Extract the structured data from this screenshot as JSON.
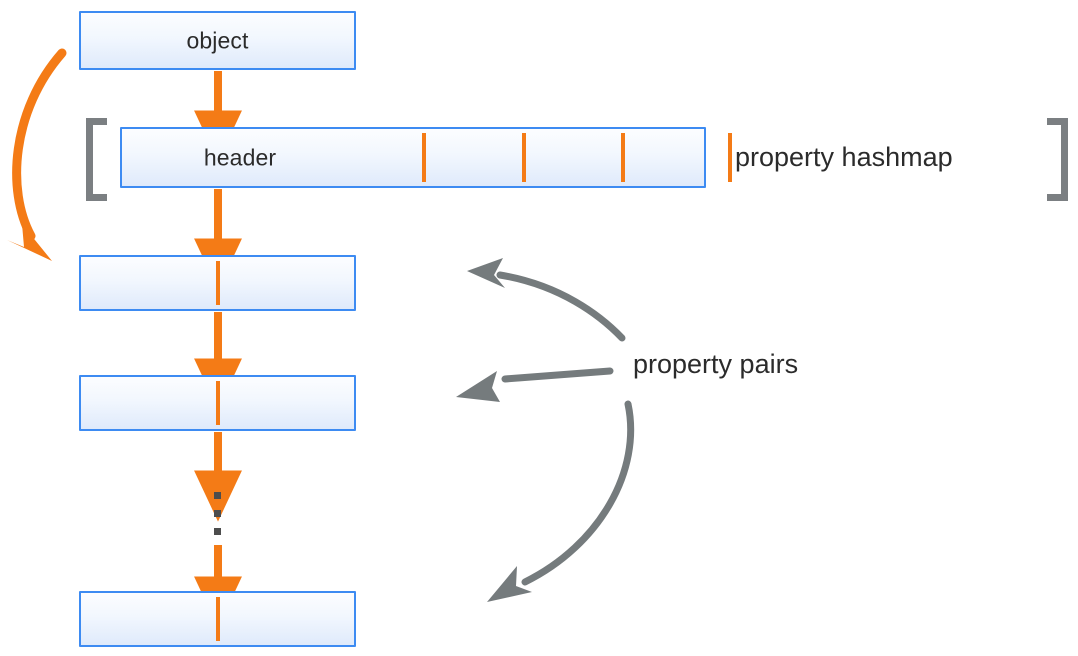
{
  "diagram": {
    "title": "object property hashmap structure",
    "background": "#ffffff",
    "colors": {
      "box_border": "#3d8bf2",
      "box_fill_top": "#fcfdff",
      "box_fill_bottom": "#dfeafb",
      "orange": "#f47b16",
      "gray": "#7b7f82",
      "text": "#2b2b2b",
      "dot": "#4d4d4d"
    }
  },
  "boxes": {
    "object": {
      "label": "object"
    },
    "hashmap": {
      "label": "header",
      "tick_count": 4
    },
    "pairs": [
      {
        "label": ""
      },
      {
        "label": ""
      },
      {
        "label": ""
      }
    ]
  },
  "labels": {
    "property_hashmap": "property hashmap",
    "property_pairs": "property pairs"
  },
  "ellipsis": {
    "dots": 3,
    "meaning": "more property pairs continue"
  },
  "arrows": {
    "object_to_hashmap": {
      "color": "#f47b16",
      "direction": "down"
    },
    "hashmap_to_pair1": {
      "color": "#f47b16",
      "direction": "down"
    },
    "pair1_to_pair2": {
      "color": "#f47b16",
      "direction": "down"
    },
    "pair2_to_ellipsis": {
      "color": "#f47b16",
      "direction": "down"
    },
    "ellipsis_to_pair3": {
      "color": "#f47b16",
      "direction": "down"
    },
    "object_curve_to_pair1": {
      "color": "#f47b16",
      "direction": "curved-down-left"
    },
    "pairs_label_to_pair1": {
      "color": "#7b7f82",
      "direction": "curved-up-left"
    },
    "pairs_label_to_pair2": {
      "color": "#7b7f82",
      "direction": "left"
    },
    "pairs_label_to_pair_last": {
      "color": "#7b7f82",
      "direction": "curved-down-left"
    }
  }
}
